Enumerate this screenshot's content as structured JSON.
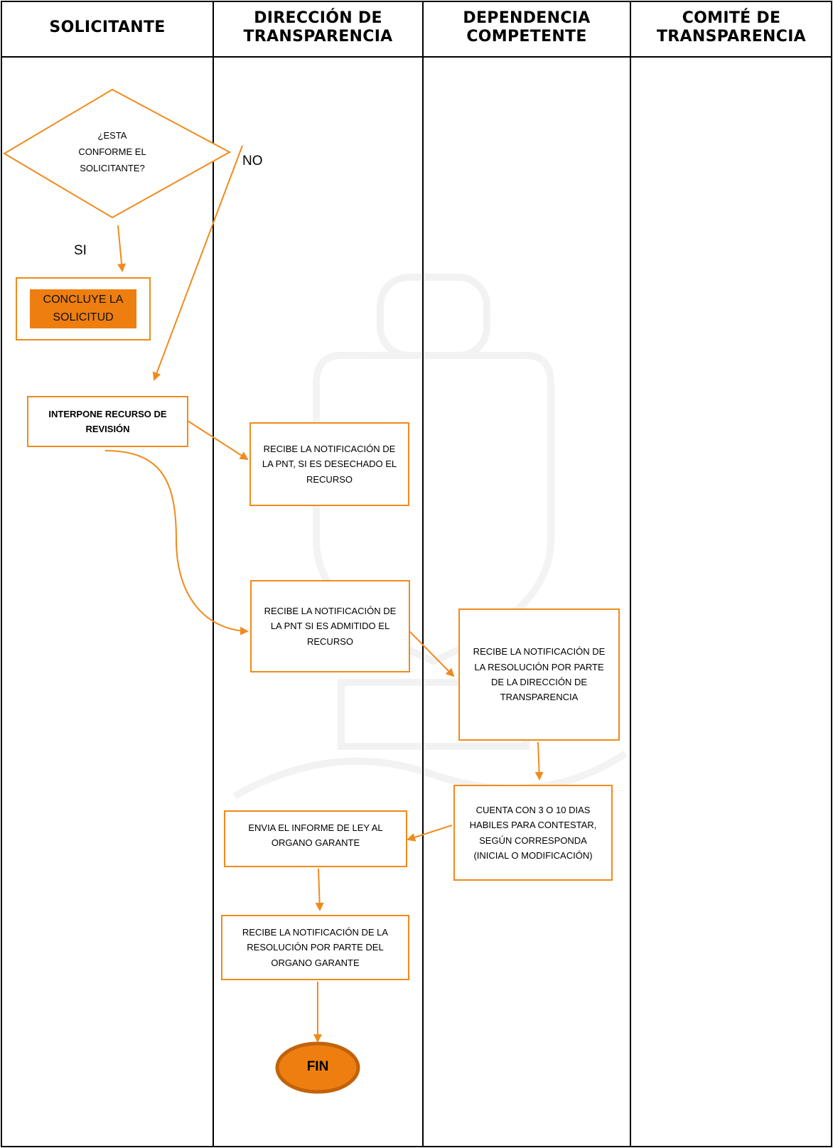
{
  "lanes": [
    {
      "title": "SOLICITANTE"
    },
    {
      "title": "DIRECCIÓN DE TRANSPARENCIA"
    },
    {
      "title": "DEPENDENCIA COMPETENTE"
    },
    {
      "title": "COMITÉ DE TRANSPARENCIA"
    }
  ],
  "nodes": {
    "decision": "¿ESTA CONFORME EL SOLICITANTE?",
    "concluye": "CONCLUYE LA SOLICITUD",
    "interpone": "INTERPONE RECURSO DE REVISIÓN",
    "recibe_desechado": "RECIBE LA NOTIFICACIÓN DE LA PNT, SI ES DESECHADO EL RECURSO",
    "recibe_admitido": "RECIBE LA NOTIFICACIÓN DE LA PNT SI ES ADMITIDO EL RECURSO",
    "recibe_resolucion_dt": "RECIBE LA NOTIFICACIÓN DE LA RESOLUCIÓN POR PARTE DE LA DIRECCIÓN DE TRANSPARENCIA",
    "cuenta_con": "CUENTA CON 3 O 10 DIAS HABILES PARA CONTESTAR, SEGÚN CORRESPONDA (INICIAL O MODIFICACIÓN)",
    "envia_informe": "ENVIA EL INFORME DE LEY AL ORGANO GARANTE",
    "recibe_resolucion_og": "RECIBE LA NOTIFICACIÓN DE LA RESOLUCIÓN POR PARTE DEL ORGANO GARANTE",
    "fin": "FIN"
  },
  "labels": {
    "no": "NO",
    "si": "SI"
  },
  "colors": {
    "accent": "#f08a1c",
    "fill": "#ee7e10",
    "line": "#000000"
  }
}
